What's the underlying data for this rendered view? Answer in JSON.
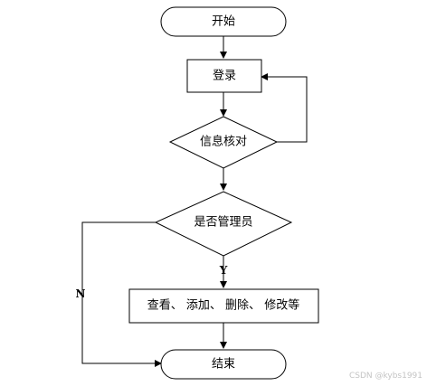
{
  "flowchart": {
    "start": "开始",
    "login": "登录",
    "verify": "信息核对",
    "is_admin": "是否管理员",
    "branch_yes": "Y",
    "branch_no": "N",
    "actions": "查看、 添加、 删除、 修改等",
    "end": "结束"
  },
  "watermark": "CSDN @kybs1991"
}
